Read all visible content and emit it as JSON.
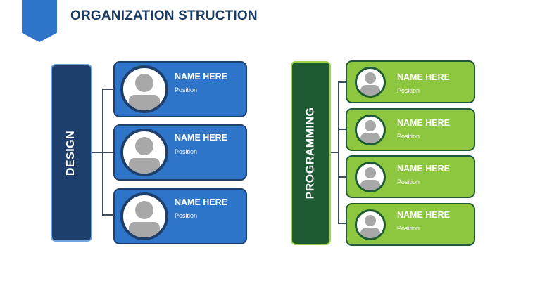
{
  "title": "ORGANIZATION STRUCTION",
  "departments": [
    {
      "label": "DESIGN",
      "members": [
        {
          "name": "NAME HERE",
          "position": "Position"
        },
        {
          "name": "NAME HERE",
          "position": "Position"
        },
        {
          "name": "NAME HERE",
          "position": "Position"
        }
      ]
    },
    {
      "label": "PROGRAMMING",
      "members": [
        {
          "name": "NAME HERE",
          "position": "Position"
        },
        {
          "name": "NAME HERE",
          "position": "Position"
        },
        {
          "name": "NAME HERE",
          "position": "Position"
        },
        {
          "name": "NAME HERE",
          "position": "Position"
        }
      ]
    }
  ],
  "colors": {
    "design_dark": "#1e3f6b",
    "design_card": "#2e74c8",
    "programming_dark": "#1e5a33",
    "programming_card": "#8dc63f",
    "title": "#1a3c64"
  }
}
